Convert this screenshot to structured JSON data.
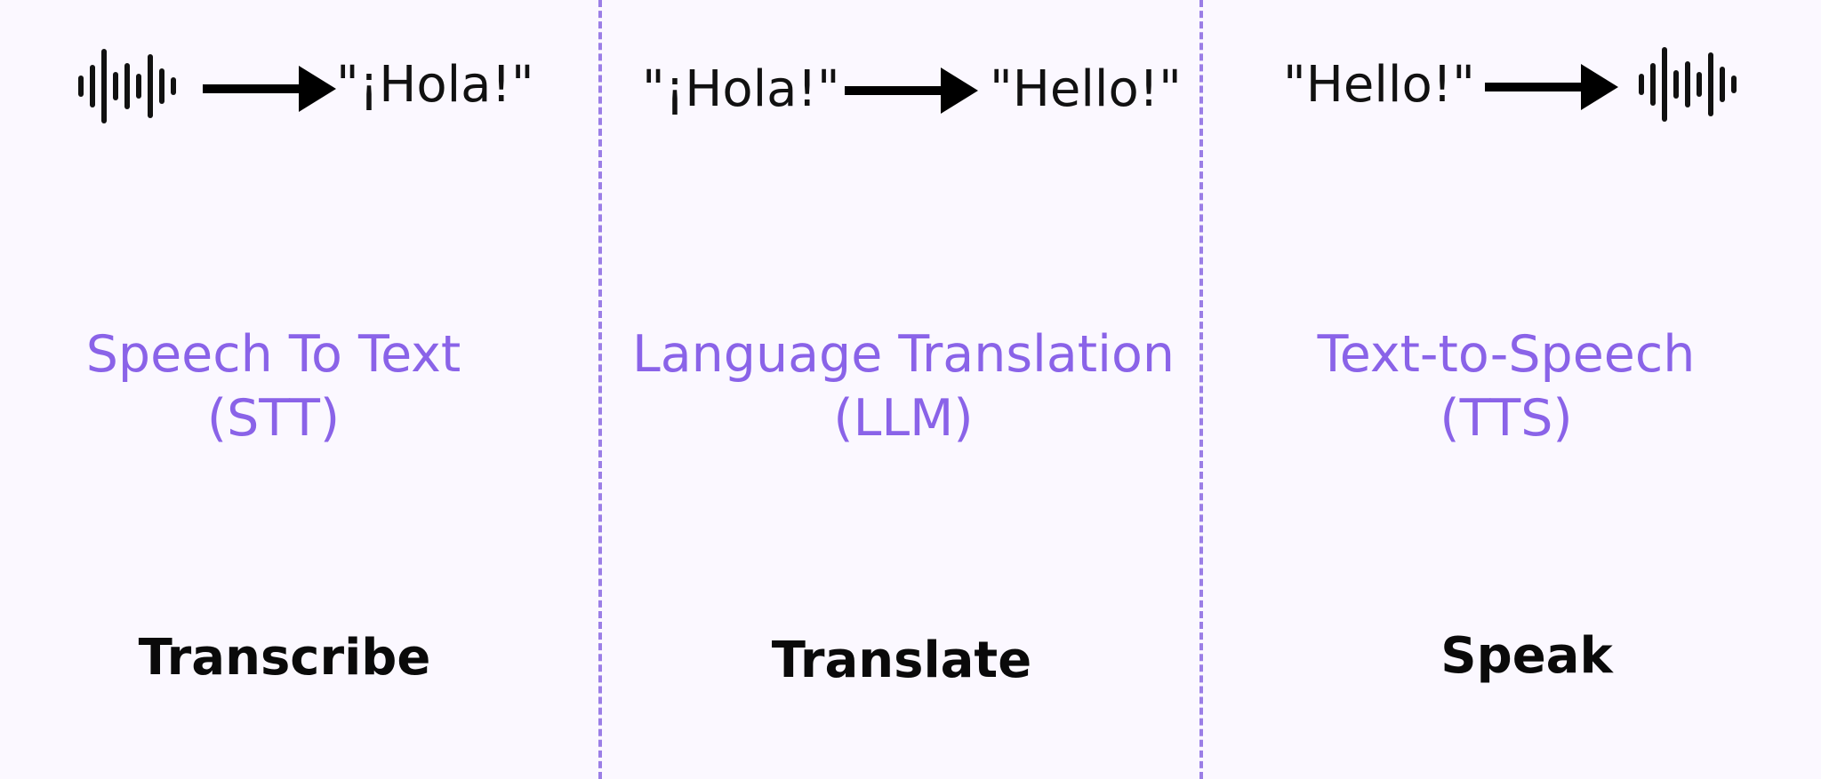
{
  "colors": {
    "background": "#fbf8ff",
    "accent": "#8a63e8",
    "divider": "#9b7ee6",
    "text": "#111111"
  },
  "columns": [
    {
      "input_icon": "soundwave-icon",
      "output_text": "\"¡Hola!\"",
      "title_line1": "Speech To Text",
      "title_line2": "(STT)",
      "verb": "Transcribe"
    },
    {
      "input_text": "\"¡Hola!\"",
      "output_text": "\"Hello!\"",
      "title_line1": "Language Translation",
      "title_line2": "(LLM)",
      "verb": "Translate"
    },
    {
      "input_text": "\"Hello!\"",
      "output_icon": "soundwave-icon",
      "title_line1": "Text-to-Speech",
      "title_line2": "(TTS)",
      "verb": "Speak"
    }
  ]
}
